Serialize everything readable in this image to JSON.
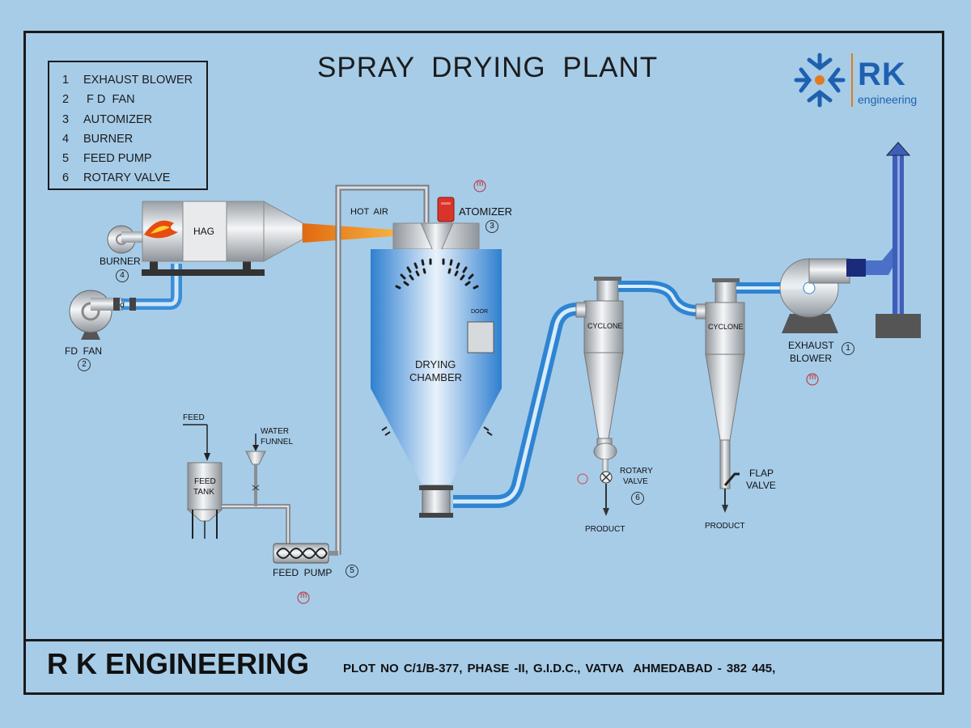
{
  "title": "SPRAY  DRYING  PLANT",
  "legend": [
    {
      "num": "1",
      "label": "EXHAUST  BLOWER"
    },
    {
      "num": "2",
      "label": " F D  FAN"
    },
    {
      "num": "3",
      "label": "AUTOMIZER"
    },
    {
      "num": "4",
      "label": "BURNER"
    },
    {
      "num": "5",
      "label": "FEED  PUMP"
    },
    {
      "num": "6",
      "label": "ROTARY  VALVE"
    }
  ],
  "logo": {
    "rk": "RK",
    "sub": "engineering"
  },
  "labels": {
    "hag": "HAG",
    "burner": "BURNER",
    "fd_fan": "FD  FAN",
    "hot_air": "HOT  AIR",
    "atomizer": "ATOMIZER",
    "drying_chamber_1": "DRYING",
    "drying_chamber_2": "CHAMBER",
    "door": "DOOR",
    "cyclone_1": "CYCLONE",
    "cyclone_2": "CYCLONE",
    "exhaust_blower_1": "EXHAUST",
    "exhaust_blower_2": "BLOWER",
    "feed": "FEED",
    "water_funnel_1": "WATER",
    "water_funnel_2": "FUNNEL",
    "feed_tank_1": "FEED",
    "feed_tank_2": "TANK",
    "feed_pump": "FEED  PUMP",
    "rotary_valve_1": "ROTARY",
    "rotary_valve_2": "VALVE",
    "flap_valve_1": "FLAP",
    "flap_valve_2": "VALVE",
    "product_1": "PRODUCT",
    "product_2": "PRODUCT",
    "motor": "m"
  },
  "numbers": {
    "exhaust_blower": "1",
    "fd_fan": "2",
    "atomizer": "3",
    "burner": "4",
    "feed_pump": "5",
    "rotary_valve": "6"
  },
  "footer": {
    "company": "R K ENGINEERING",
    "address": "PLOT NO C/1/B-377, PHASE -II, G.I.D.C., VATVA  AHMEDABAD - 382 445,"
  },
  "colors": {
    "background": "#a6cce8",
    "duct_blue": "#4a9fdc",
    "steel": "#c9cdd2",
    "flame": "#f08a1f",
    "brand": "#1e60b0",
    "frame": "#1a1a1a"
  }
}
